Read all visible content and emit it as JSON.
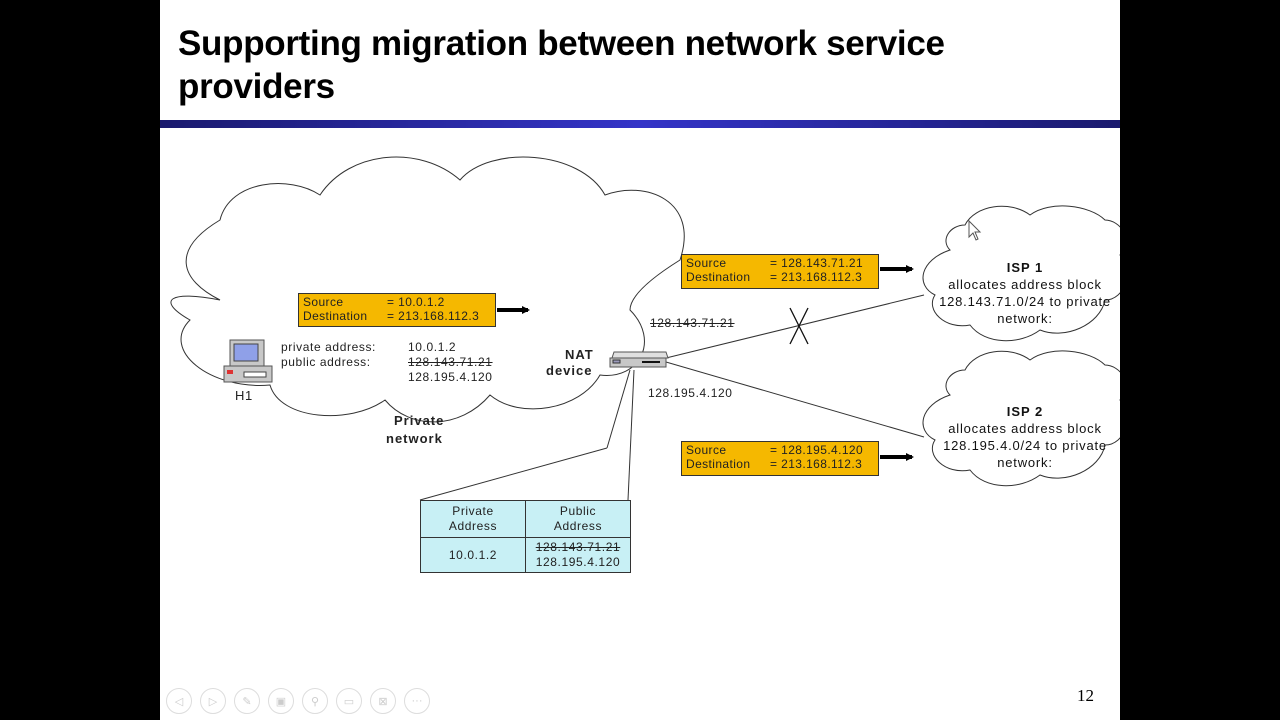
{
  "slide": {
    "title": "Supporting migration between network service providers",
    "page_number": "12"
  },
  "private_network": {
    "label_line1": "Private",
    "label_line2": "network",
    "host_label": "H1",
    "private_address_label": "private address:",
    "private_address_value": "10.0.1.2",
    "public_address_label": "public address:",
    "public_address_old": "128.143.71.21",
    "public_address_new": "128.195.4.120",
    "packet": {
      "source_label": "Source",
      "source_value": "= 10.0.1.2",
      "destination_label": "Destination",
      "destination_value": "= 213.168.112.3"
    }
  },
  "nat_device": {
    "label_line1": "NAT",
    "label_line2": "device",
    "old_link_address": "128.143.71.21",
    "new_link_address": "128.195.4.120"
  },
  "isp1": {
    "name": "ISP 1",
    "line1": "allocates address block",
    "line2": "128.143.71.0/24 to private",
    "line3": "network:",
    "packet": {
      "source_label": "Source",
      "source_value": "= 128.143.71.21",
      "destination_label": "Destination",
      "destination_value": "= 213.168.112.3"
    },
    "link_status": "broken"
  },
  "isp2": {
    "name": "ISP 2",
    "line1": "allocates address block",
    "line2": "128.195.4.0/24 to private",
    "line3": "network:",
    "packet": {
      "source_label": "Source",
      "source_value": "= 128.195.4.120",
      "destination_label": "Destination",
      "destination_value": "= 213.168.112.3"
    },
    "link_status": "active"
  },
  "nat_table": {
    "headers": [
      "Private\nAddress",
      "Public\nAddress"
    ],
    "header_private_line1": "Private",
    "header_private_line2": "Address",
    "header_public_line1": "Public",
    "header_public_line2": "Address",
    "rows": [
      {
        "private": "10.0.1.2",
        "public_old": "128.143.71.21",
        "public_new": "128.195.4.120"
      }
    ]
  },
  "colors": {
    "packet_bg": "#f5b800",
    "table_bg": "#c8f0f5",
    "title_bar": "#3434c8"
  },
  "controls": [
    {
      "name": "previous-slide-icon",
      "glyph": "◁"
    },
    {
      "name": "next-slide-icon",
      "glyph": "▷"
    },
    {
      "name": "pen-icon",
      "glyph": "✎"
    },
    {
      "name": "slides-icon",
      "glyph": "▣"
    },
    {
      "name": "zoom-icon",
      "glyph": "⚲"
    },
    {
      "name": "subtitles-icon",
      "glyph": "▭"
    },
    {
      "name": "camera-off-icon",
      "glyph": "⊠"
    },
    {
      "name": "more-icon",
      "glyph": "···"
    }
  ]
}
